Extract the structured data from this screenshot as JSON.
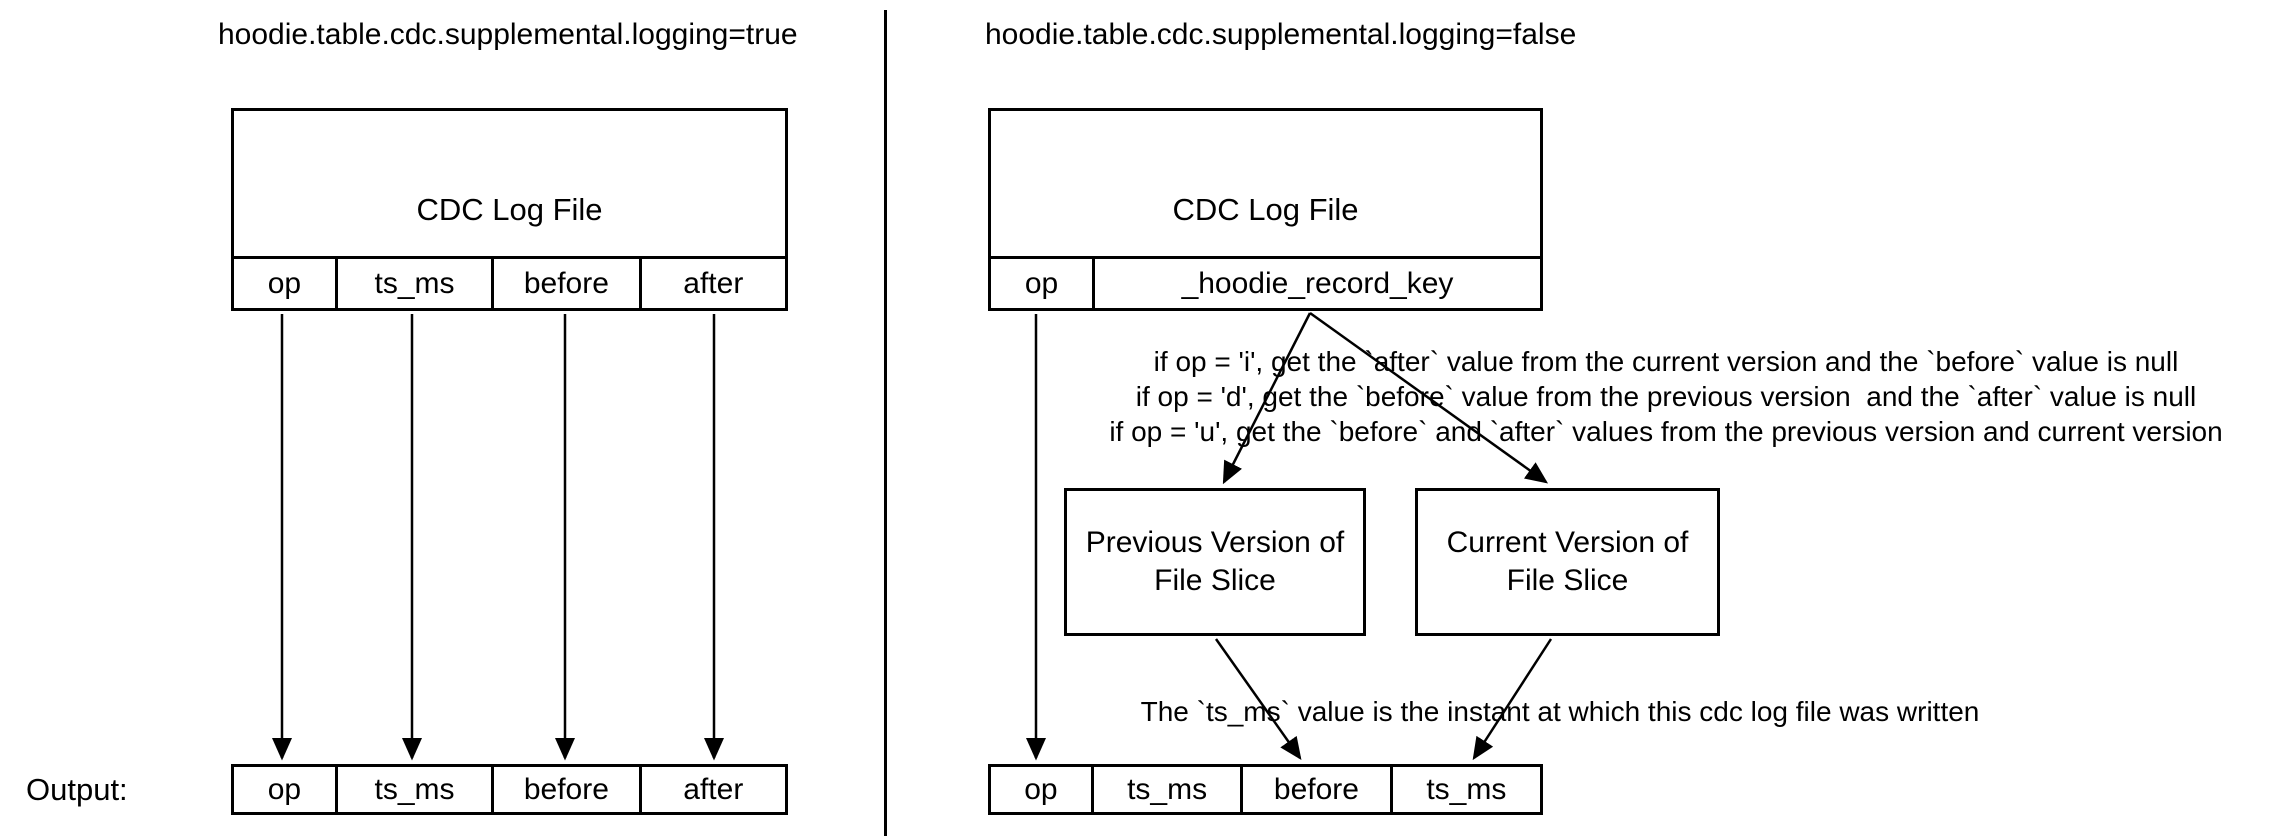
{
  "colors": {
    "line": "#000000",
    "background": "#ffffff",
    "text": "#000000"
  },
  "left": {
    "title": "hoodie.table.cdc.supplemental.logging=true",
    "box": {
      "title": "CDC Log File",
      "columns": [
        "op",
        "ts_ms",
        "before",
        "after"
      ]
    },
    "output_label": "Output:",
    "output_columns": [
      "op",
      "ts_ms",
      "before",
      "after"
    ]
  },
  "right": {
    "title": "hoodie.table.cdc.supplemental.logging=false",
    "box": {
      "title": "CDC Log File",
      "columns": [
        "op",
        "_hoodie_record_key"
      ]
    },
    "rules": [
      "if op = 'i', get the `after` value from the current version and the `before` value is null",
      "if op = 'd', get the `before` value from the previous version  and the `after` value is null",
      "if op = 'u', get the `before` and `after` values from the previous version and current version"
    ],
    "previous_version_label": "Previous Version of File Slice",
    "current_version_label": "Current Version of File Slice",
    "ts_ms_note": "The `ts_ms` value is the instant at which this cdc log file was written",
    "output_columns": [
      "op",
      "ts_ms",
      "before",
      "ts_ms"
    ]
  }
}
